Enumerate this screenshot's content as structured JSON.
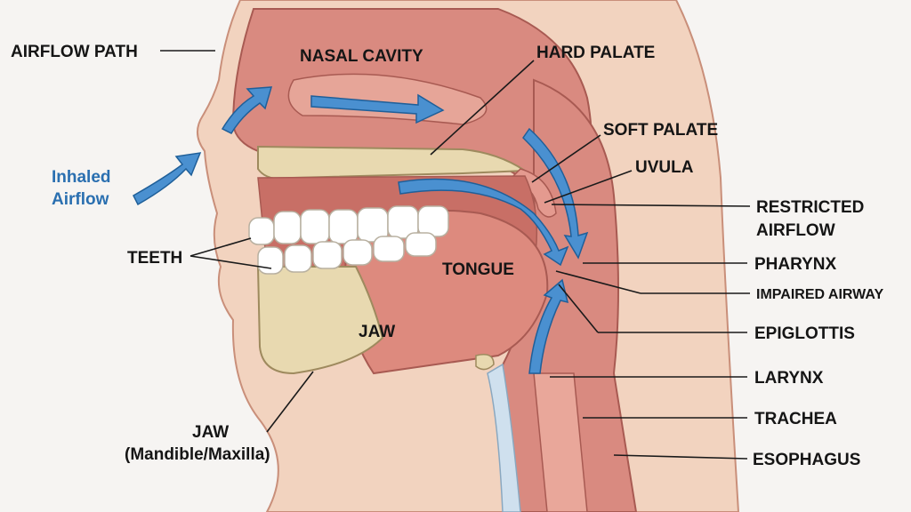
{
  "diagram": {
    "labels": {
      "airflow_path": "AIRFLOW PATH",
      "nasal_cavity": "NASAL CAVITY",
      "hard_palate": "HARD PALATE",
      "soft_palate": "SOFT PALATE",
      "uvula": "UVULA",
      "restricted_airflow_1": "RESTRICTED",
      "restricted_airflow_2": "AIRFLOW",
      "pharynx": "PHARYNX",
      "impaired_airway": "IMPAIRED AIRWAY",
      "epiglottis": "EPIGLOTTIS",
      "larynx": "LARYNX",
      "trachea": "TRACHEA",
      "esophagus": "ESOPHAGUS",
      "teeth": "TEETH",
      "tongue": "TONGUE",
      "jaw": "JAW",
      "jaw_bottom_1": "JAW",
      "jaw_bottom_2": "(Mandible/Maxilla)",
      "inhaled_1": "Inhaled",
      "inhaled_2": "Airflow"
    },
    "colors": {
      "airflow_arrow": "#4a90d0",
      "inhaled_text": "#2a6fb0",
      "tissue": "#d98a80",
      "skin": "#f2d3bf",
      "bone": "#e8d9b0"
    }
  }
}
